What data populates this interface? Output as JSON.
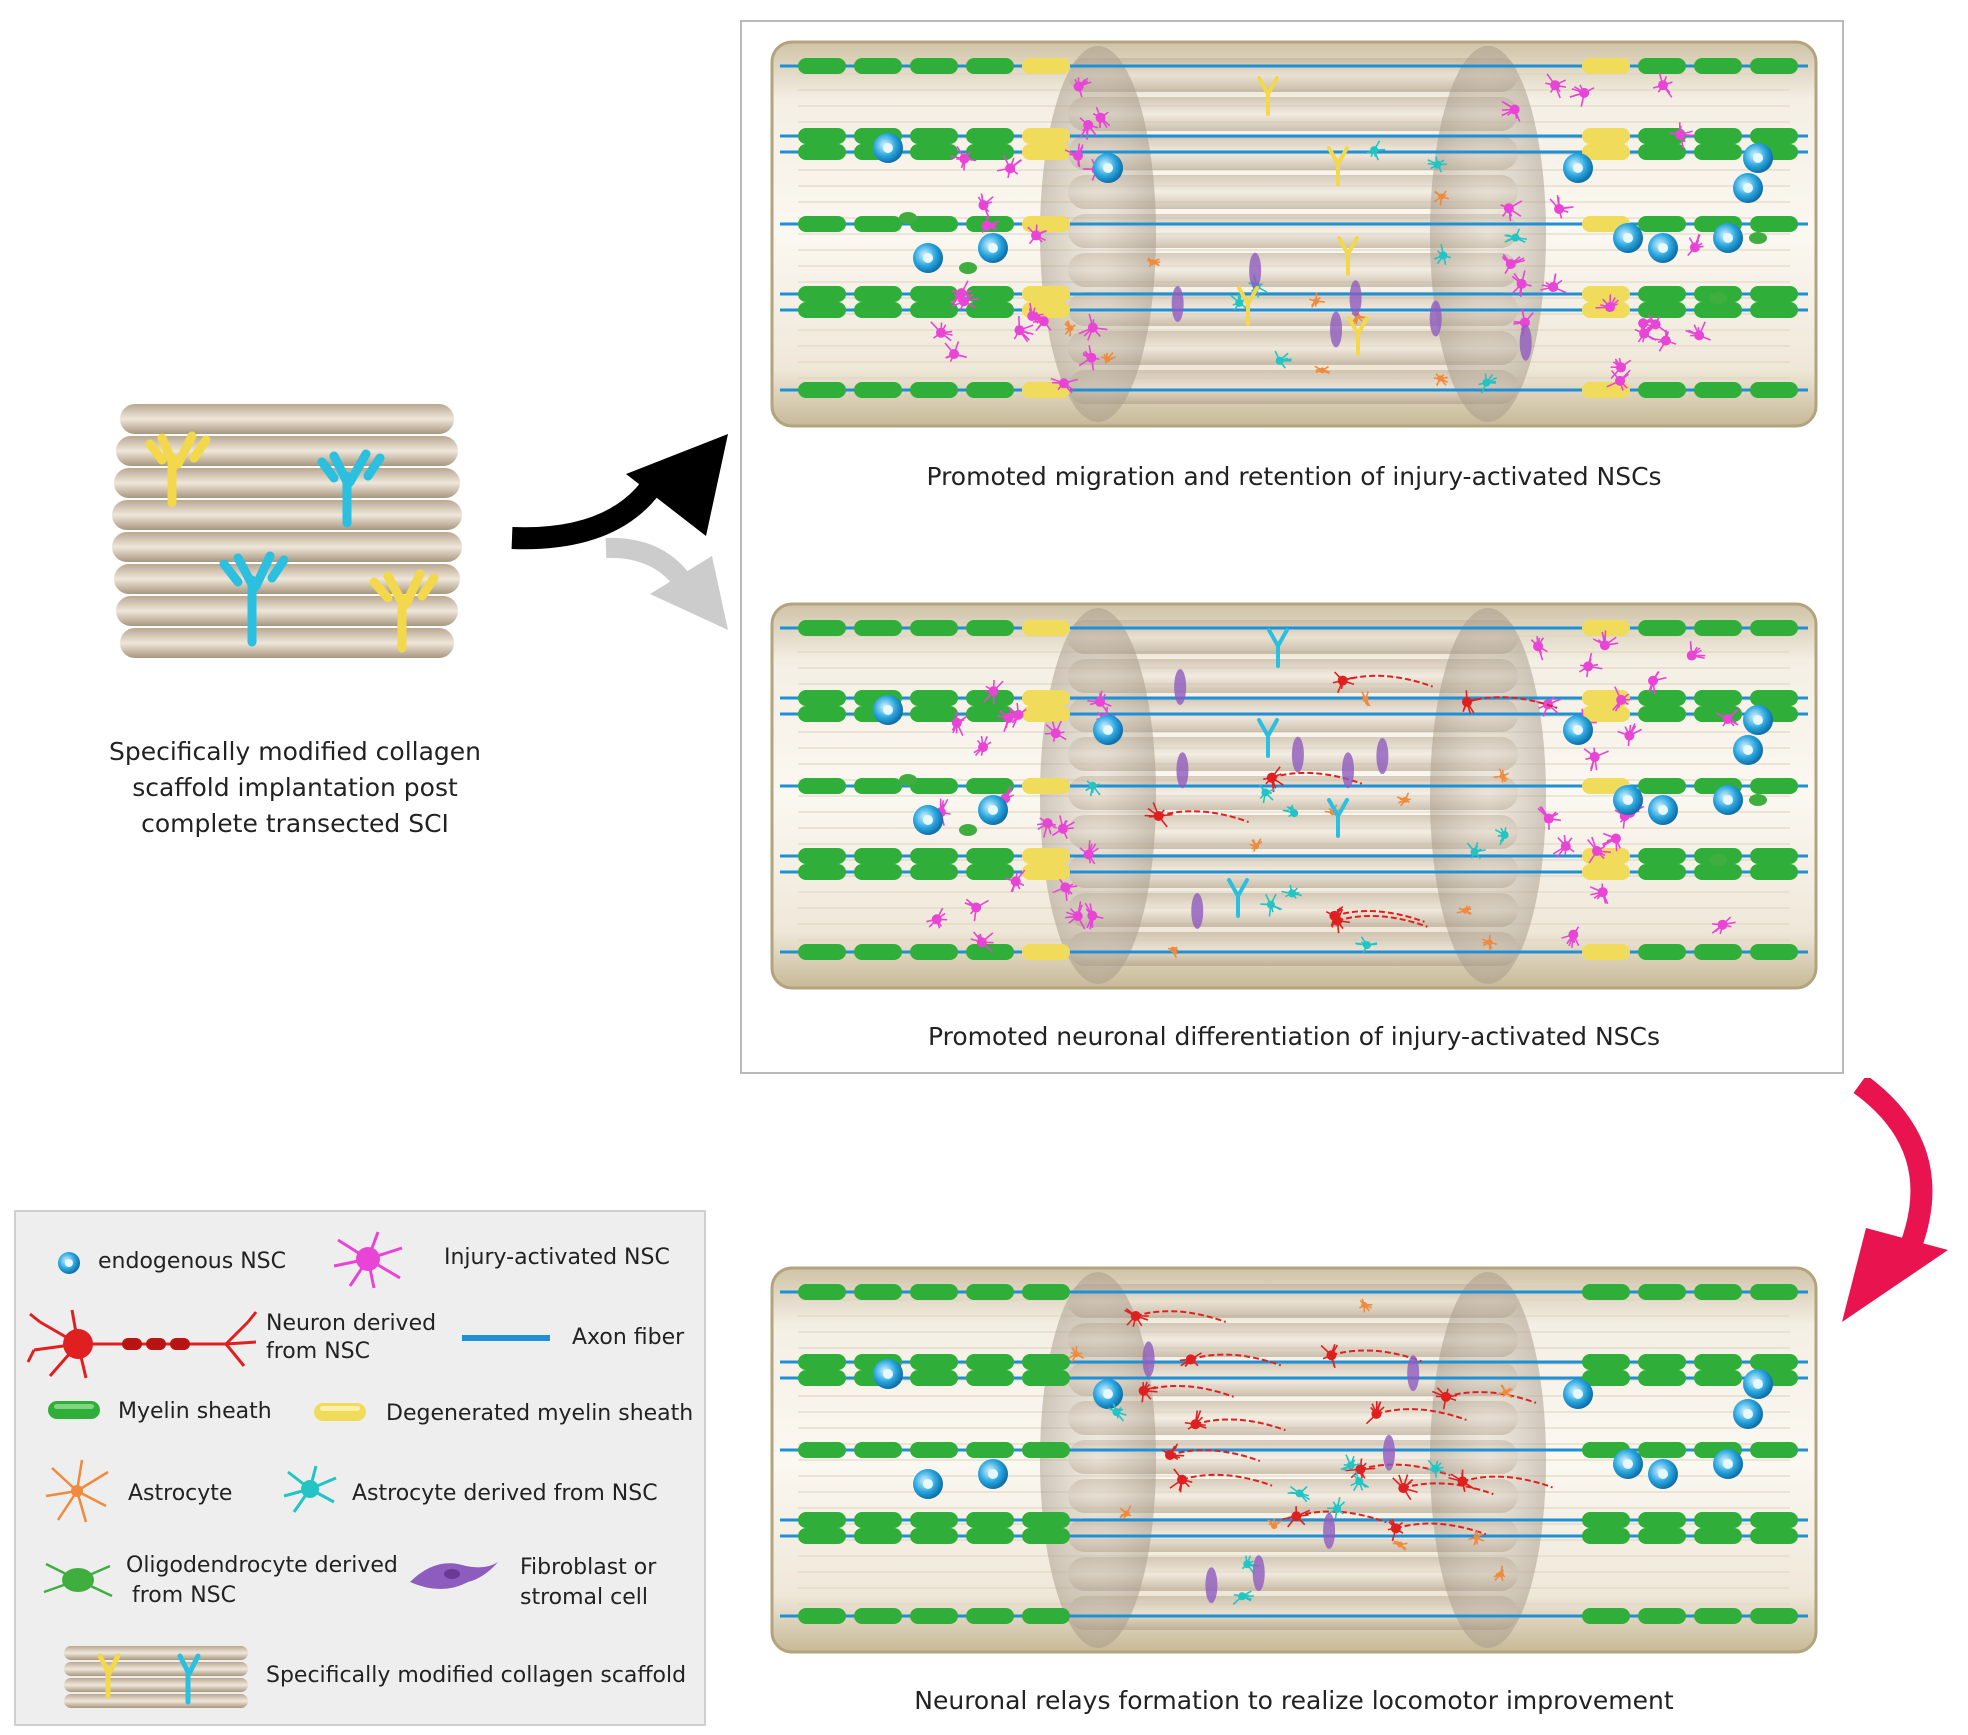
{
  "left_caption": {
    "line1": "Specifically modified collagen",
    "line2": "scaffold implantation post",
    "line3": "complete transected SCI"
  },
  "captions": {
    "panel1": "Promoted migration and retention of injury-activated NSCs",
    "panel2": "Promoted neuronal differentiation of injury-activated NSCs",
    "panel3": "Neuronal relays formation to realize locomotor improvement"
  },
  "legend": {
    "endogenous_nsc": "endogenous NSC",
    "injury_activated_nsc": "Injury-activated NSC",
    "neuron_line1": "Neuron derived",
    "neuron_line2": "from NSC",
    "axon_fiber": "Axon fiber",
    "myelin_sheath": "Myelin sheath",
    "degenerated_myelin": "Degenerated myelin sheath",
    "astrocyte": "Astrocyte",
    "astrocyte_nsc": "Astrocyte derived from NSC",
    "oligo_line1": "Oligodendrocyte derived",
    "oligo_line2": "from NSC",
    "fibro_line1": "Fibroblast or",
    "fibro_line2": "stromal cell",
    "scaffold": "Specifically modified collagen scaffold"
  },
  "colors": {
    "myelin": "#2fae3a",
    "degenerated_myelin": "#f0dc5a",
    "axon": "#1e90d6",
    "nsc": "#2aa7e0",
    "injury_nsc": "#e845d6",
    "neuron": "#e02020",
    "astrocyte": "#f08a3c",
    "astrocyte_nsc": "#22c4c4",
    "oligodendrocyte": "#3fae3f",
    "fibroblast": "#8e5bbf",
    "antibody_yellow": "#f2d84a",
    "antibody_cyan": "#2bbfe0",
    "arrow_black": "#000000",
    "arrow_gray": "#cccccc",
    "arrow_red": "#e8134f"
  }
}
